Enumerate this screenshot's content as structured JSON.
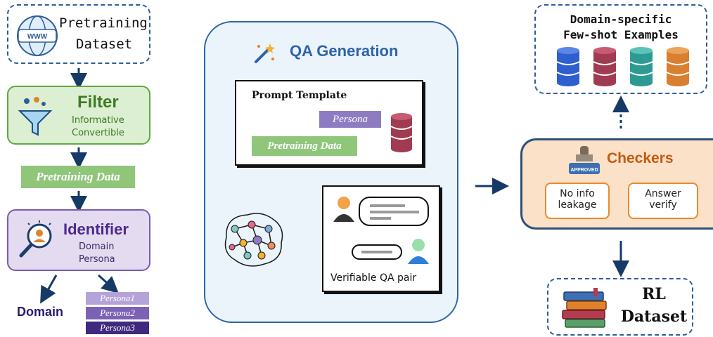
{
  "pretraining_dataset": {
    "line1": "Pretraining",
    "line2": "Dataset",
    "www": "WWW"
  },
  "filter": {
    "title": "Filter",
    "sub1": "Informative",
    "sub2": "Convertible"
  },
  "pretraining_data_label": "Pretraining Data",
  "identifier": {
    "title": "Identifier",
    "sub1": "Domain",
    "sub2": "Persona"
  },
  "domain_label": "Domain",
  "personas": [
    "Persona1",
    "Persona2",
    "Persona3"
  ],
  "qa_generation": {
    "title": "QA Generation",
    "prompt_template": "Prompt Template",
    "persona_chip": "Persona",
    "pretraining_chip": "Pretraining Data",
    "qa_pair_label": "Verifiable QA pair"
  },
  "few_shot": {
    "line1": "Domain-specific",
    "line2": "Few-shot Examples"
  },
  "checkers": {
    "title": "Checkers",
    "stamp_text": "APPROVED",
    "step1_line1": "No info",
    "step1_line2": "leakage",
    "step2_line1": "Answer",
    "step2_line2": "verify"
  },
  "rl_dataset": {
    "line1": "RL",
    "line2": "Dataset"
  },
  "colors": {
    "dashed_border": "#2f5d99",
    "filter_green": "#5fa83f",
    "identifier_purple": "#7a5cae",
    "qa_blue": "#2e64a8",
    "checkers_orange": "#e0822c",
    "arrow_navy": "#163a66"
  }
}
